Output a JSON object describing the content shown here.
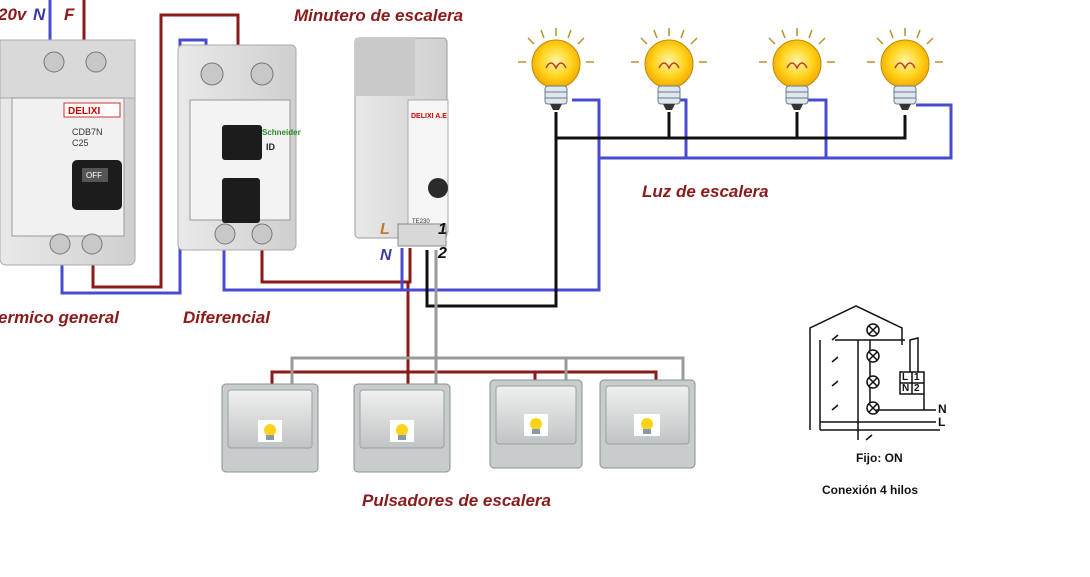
{
  "labels": {
    "supply_voltage": "20v",
    "neutral": "N",
    "phase": "F",
    "timer_title": "Minutero de escalera",
    "breaker": "ermico general",
    "differential": "Diferencial",
    "stair_light": "Luz de escalera",
    "push_buttons": "Pulsadores de escalera"
  },
  "timer_terminals": {
    "L": "L",
    "N": "N",
    "t1": "1",
    "t2": "2"
  },
  "device_text": {
    "breaker_brand": "DELIXI",
    "breaker_model": "CDB7N",
    "breaker_rating": "C25",
    "breaker_switch": "OFF",
    "rcd_brand": "Schneider",
    "rcd_model": "ID",
    "timer_brand": "DELIXI A.E",
    "timer_model": "TE230"
  },
  "schematic": {
    "n_label": "N",
    "l_label": "L",
    "terminal_l": "L",
    "terminal_1": "1",
    "terminal_n": "N",
    "terminal_2": "2",
    "fixed_mode": "Fijo: ON",
    "connection": "Conexión 4 hilos"
  },
  "colors": {
    "phase_wire": "#8b1a1a",
    "neutral_wire": "#4a4ad0",
    "lamp_wire": "#111111",
    "button_wire": "#9a9a9a",
    "bulb_glow": "#ffd21a"
  },
  "icons": {
    "lamp": "lightbulb-icon",
    "push_button": "push-button-icon"
  }
}
